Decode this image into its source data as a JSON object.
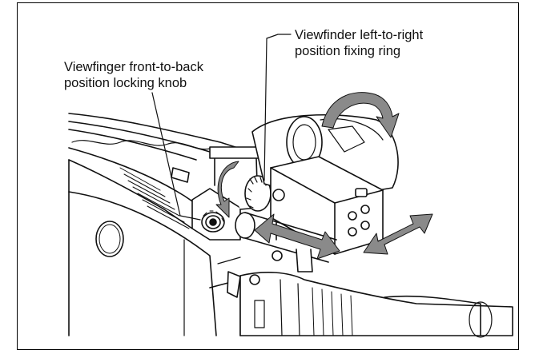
{
  "callouts": {
    "fixing_ring": {
      "line1": "Viewfinder left-to-right",
      "line2": "position fixing ring"
    },
    "locking_knob": {
      "line1": "Viewfinger front-to-back",
      "line2": "position locking knob"
    }
  },
  "colors": {
    "line_art": "#111111",
    "arrow_fill": "#8a8a8a",
    "background": "#ffffff"
  },
  "icons": [
    "rotation-arrow-icon",
    "left-right-arrow-icon",
    "front-back-arrow-icon"
  ]
}
